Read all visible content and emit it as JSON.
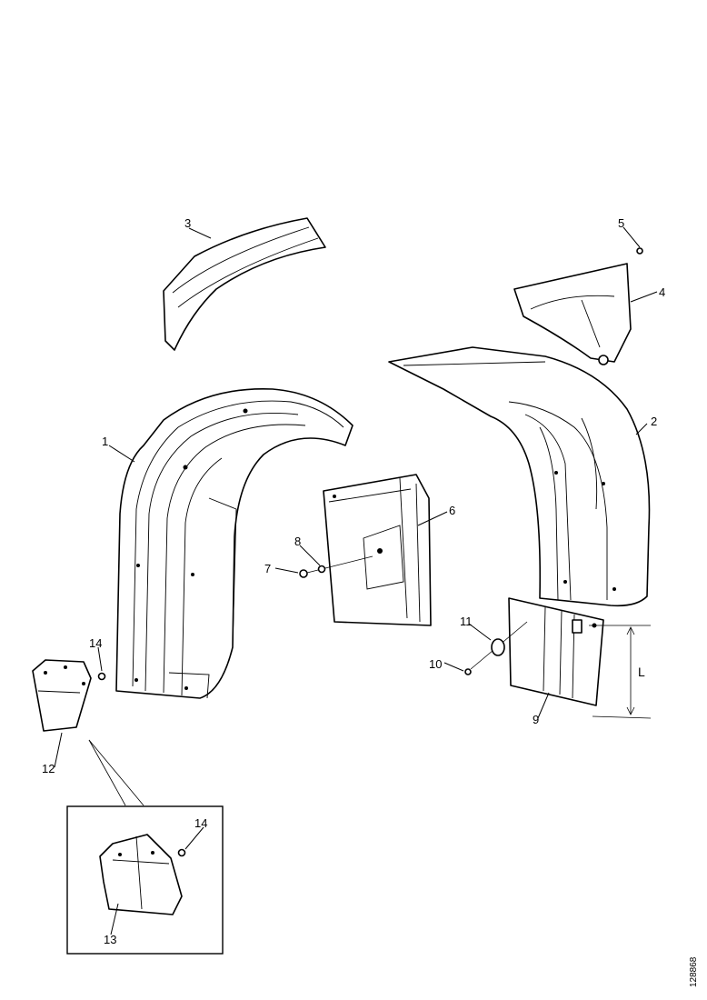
{
  "callouts": {
    "c1": "1",
    "c2": "2",
    "c3": "3",
    "c4": "4",
    "c5": "5",
    "c6": "6",
    "c7": "7",
    "c8": "8",
    "c9": "9",
    "c10": "10",
    "c11": "11",
    "c12": "12",
    "c13": "13",
    "c14": "14",
    "inset_c13": "13",
    "inset_c14": "14"
  },
  "dimension_label": "L",
  "document_id": "128868"
}
